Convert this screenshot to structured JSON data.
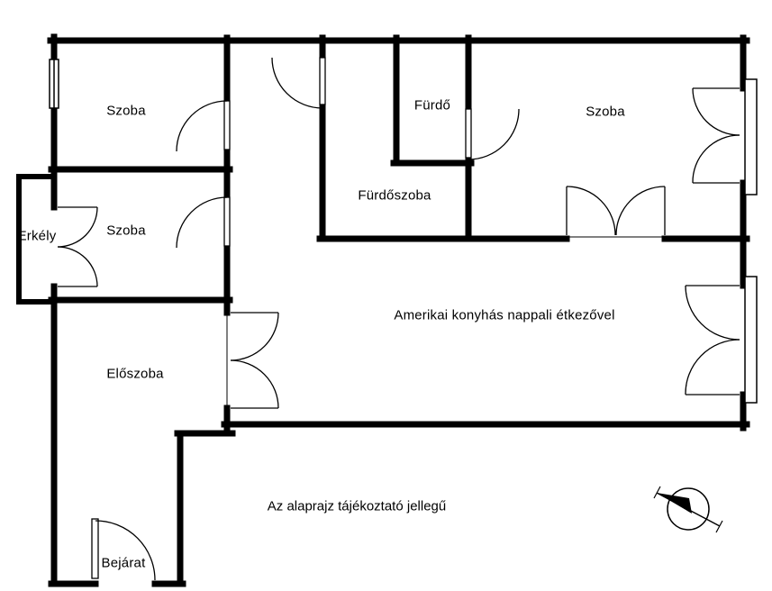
{
  "page": {
    "background_color": "#ffffff",
    "wall_color": "#000000",
    "text_color": "#000000"
  },
  "floorplan": {
    "disclaimer": "Az alaprajz tájékoztató jellegű",
    "rooms": [
      {
        "id": "szoba-top-left",
        "label": "Szoba"
      },
      {
        "id": "szoba-mid-left",
        "label": "Szoba"
      },
      {
        "id": "erkely",
        "label": "Erkély"
      },
      {
        "id": "eloszoba",
        "label": "Előszoba"
      },
      {
        "id": "bejarat",
        "label": "Bejárat"
      },
      {
        "id": "furdo",
        "label": "Fürdő"
      },
      {
        "id": "furdoszoba",
        "label": "Fürdőszoba"
      },
      {
        "id": "szoba-right",
        "label": "Szoba"
      },
      {
        "id": "nappali",
        "label": "Amerikai konyhás nappali étkezővel"
      }
    ],
    "icons": [
      {
        "name": "compass-icon",
        "meaning": "north arrow"
      }
    ]
  }
}
